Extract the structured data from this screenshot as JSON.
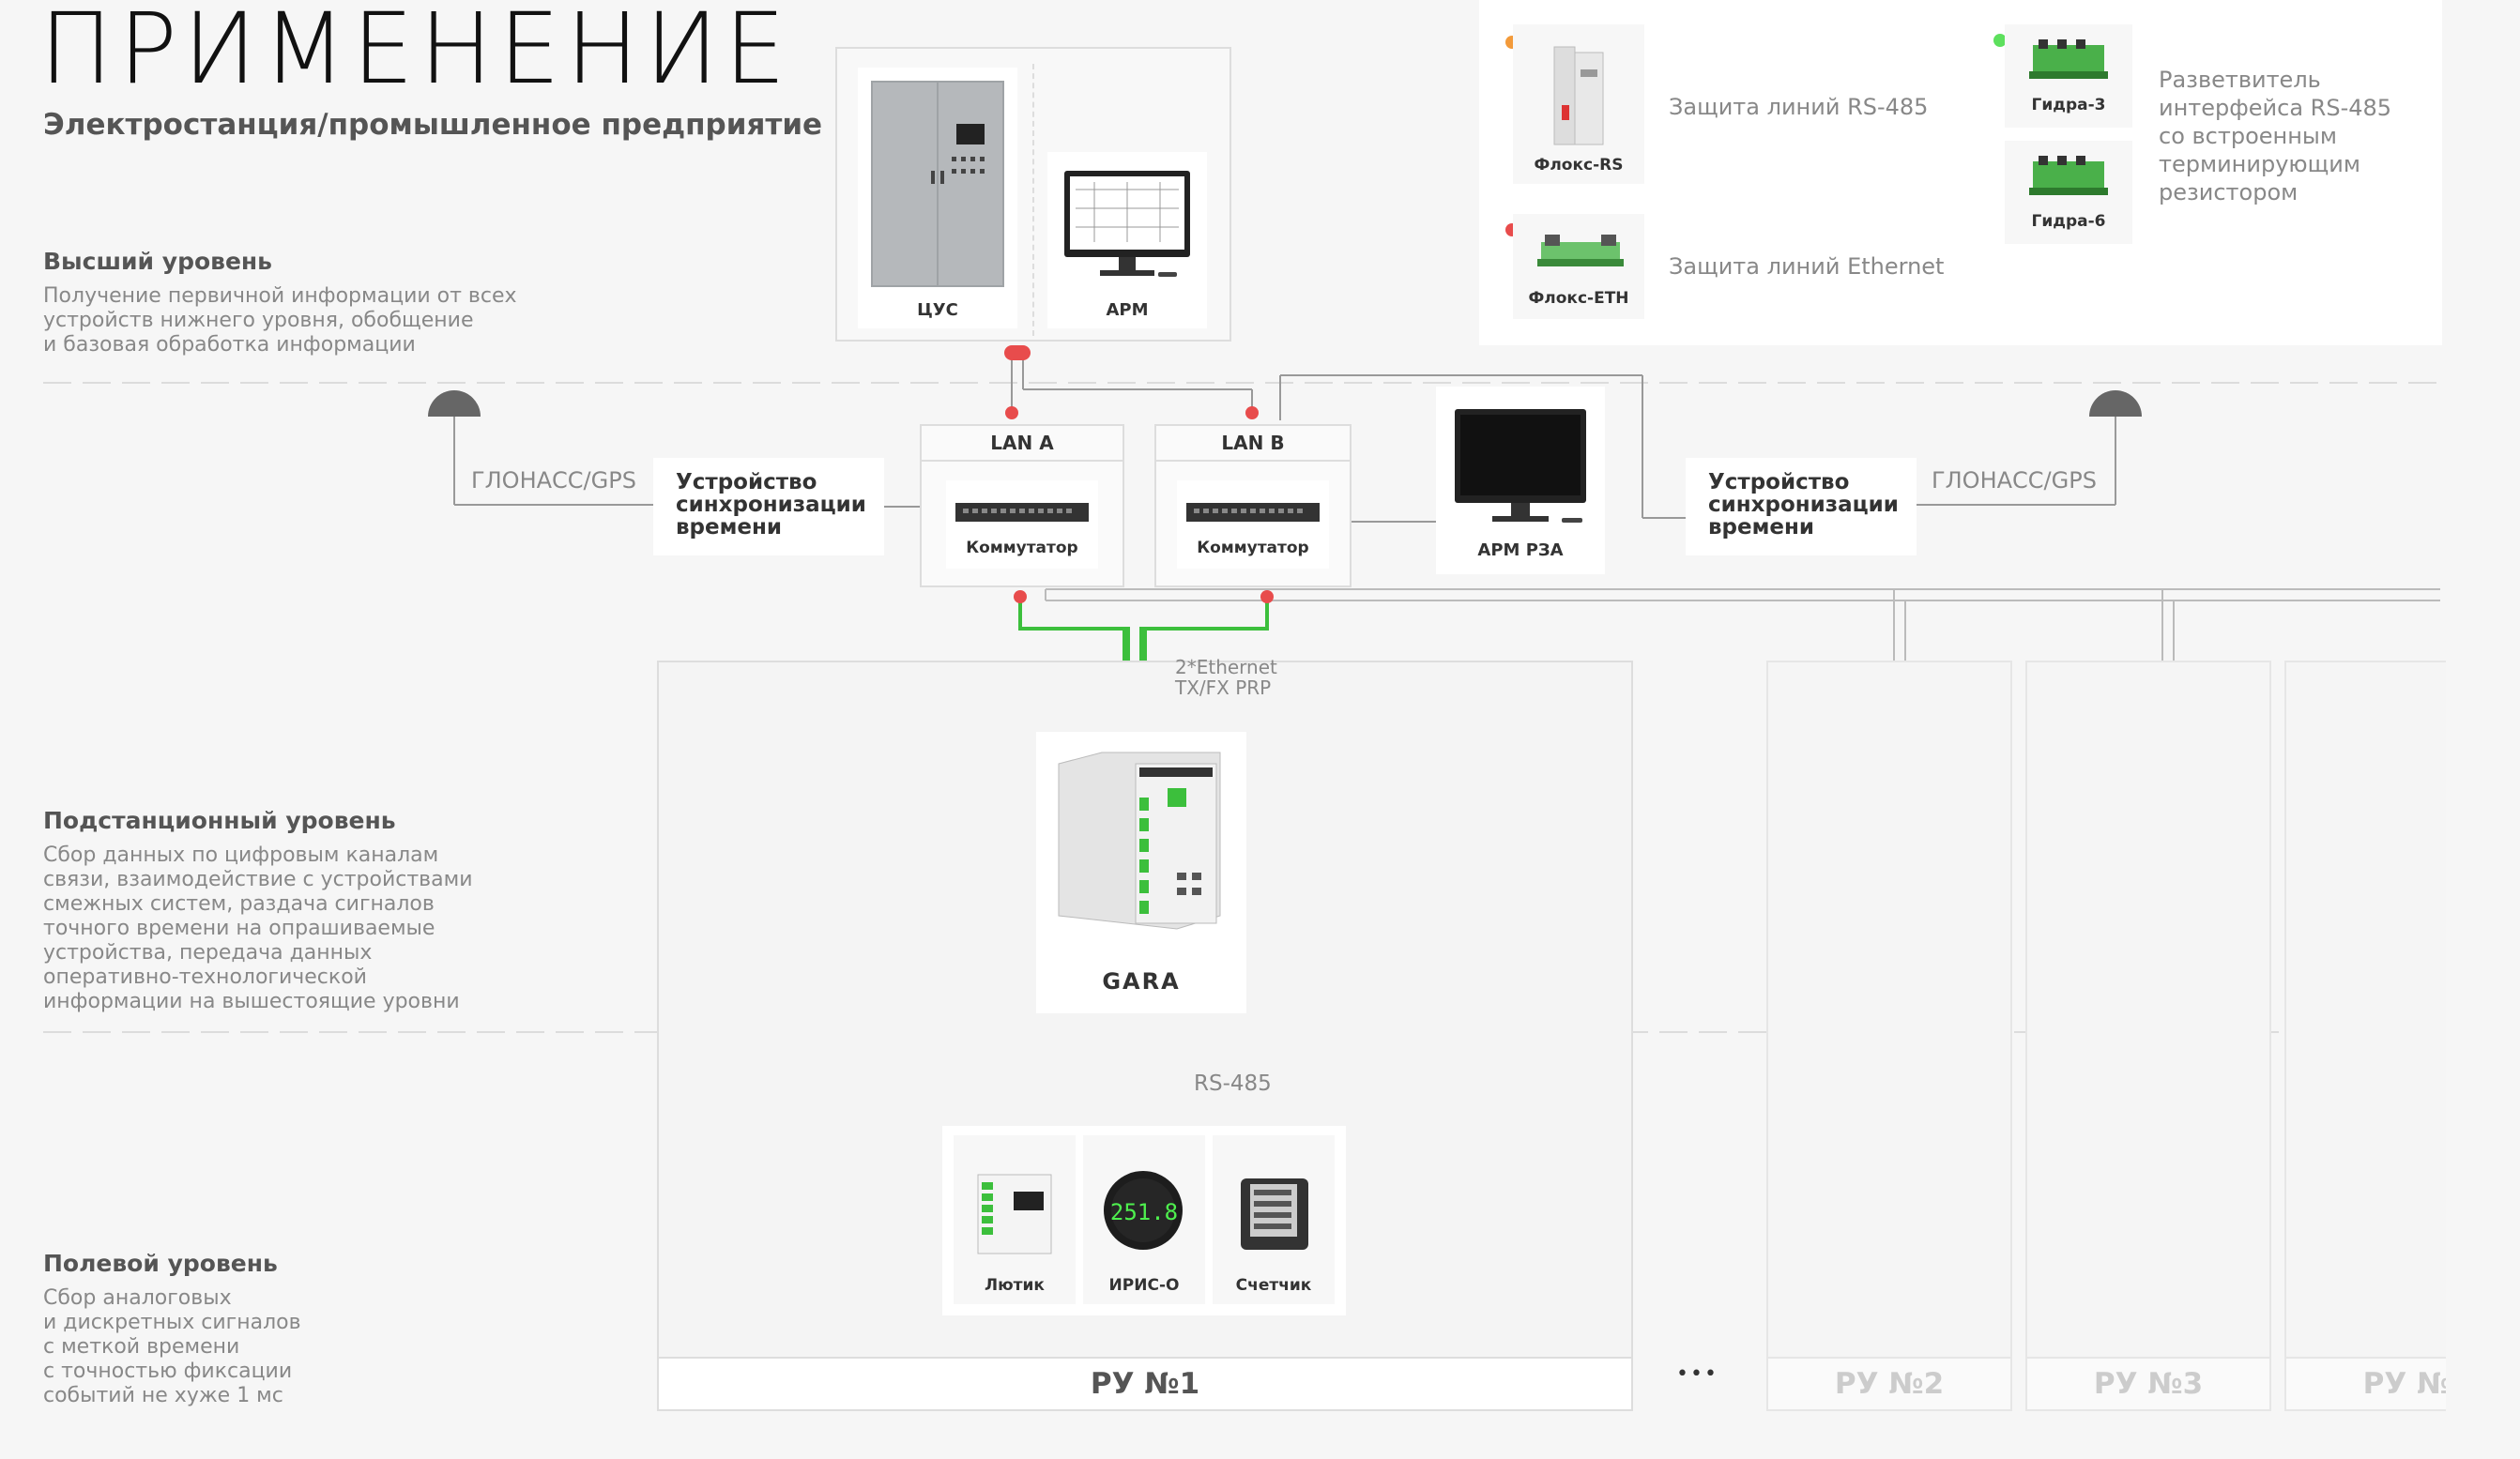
{
  "header": {
    "title": "ПРИМЕНЕНИЕ",
    "subtitle": "Электростанция/промышленное предприятие"
  },
  "levels": [
    {
      "heading": "Высший уровень",
      "text": [
        "Получение первичной информации от всех",
        "устройств нижнего уровня, обобщение",
        "и базовая обработка информации"
      ]
    },
    {
      "heading": "Подстанционный уровень",
      "text": [
        "Сбор данных по цифровым каналам",
        "связи, взаимодействие с устройствами",
        "смежных систем, раздача сигналов",
        "точного времени на опрашиваемые",
        "устройства, передача данных",
        "оперативно-технологической",
        "информации на вышестоящие уровни"
      ]
    },
    {
      "heading": "Полевой уровень",
      "text": [
        "Сбор аналоговых",
        "и дискретных сигналов",
        "с меткой времени",
        "с точностью фиксации",
        "событий не хуже 1 мс"
      ]
    }
  ],
  "top_devices": {
    "cus": "ЦУС",
    "arm": "АРМ"
  },
  "legend": {
    "flox_rs": "Флокс-RS",
    "flox_rs_desc": "Защита линий RS-485",
    "flox_eth": "Флокс-ETH",
    "flox_eth_desc": "Защита линий Ethernet",
    "gidra3": "Гидра-3",
    "gidra6": "Гидра-6",
    "splitter_desc": [
      "Разветвитель",
      "интерфейса RS-485",
      "со встроенным",
      "терминирующим",
      "резистором"
    ],
    "colors": {
      "orange": "#f39a3a",
      "green": "#5de05d",
      "red": "#e84c4c"
    }
  },
  "network": {
    "lan_a": "LAN A",
    "lan_b": "LAN B",
    "switch": "Коммутатор",
    "arm_rza": "АРМ РЗА",
    "glonass": "ГЛОНАСС/GPS",
    "sync": [
      "Устройство",
      "синхронизации",
      "времени"
    ],
    "ethernet": [
      "2*Ethernet",
      "TX/FX PRP"
    ]
  },
  "substation": {
    "gara": "GARA",
    "rs485": "RS-485"
  },
  "field_devices": [
    "Лютик",
    "ИРИС-О",
    "Счетчик"
  ],
  "iris_display": "251.8",
  "ru": {
    "ru1": "РУ №1",
    "dots": "•••",
    "ru2": "РУ №2",
    "ru3": "РУ №3",
    "ru4": "РУ №"
  }
}
